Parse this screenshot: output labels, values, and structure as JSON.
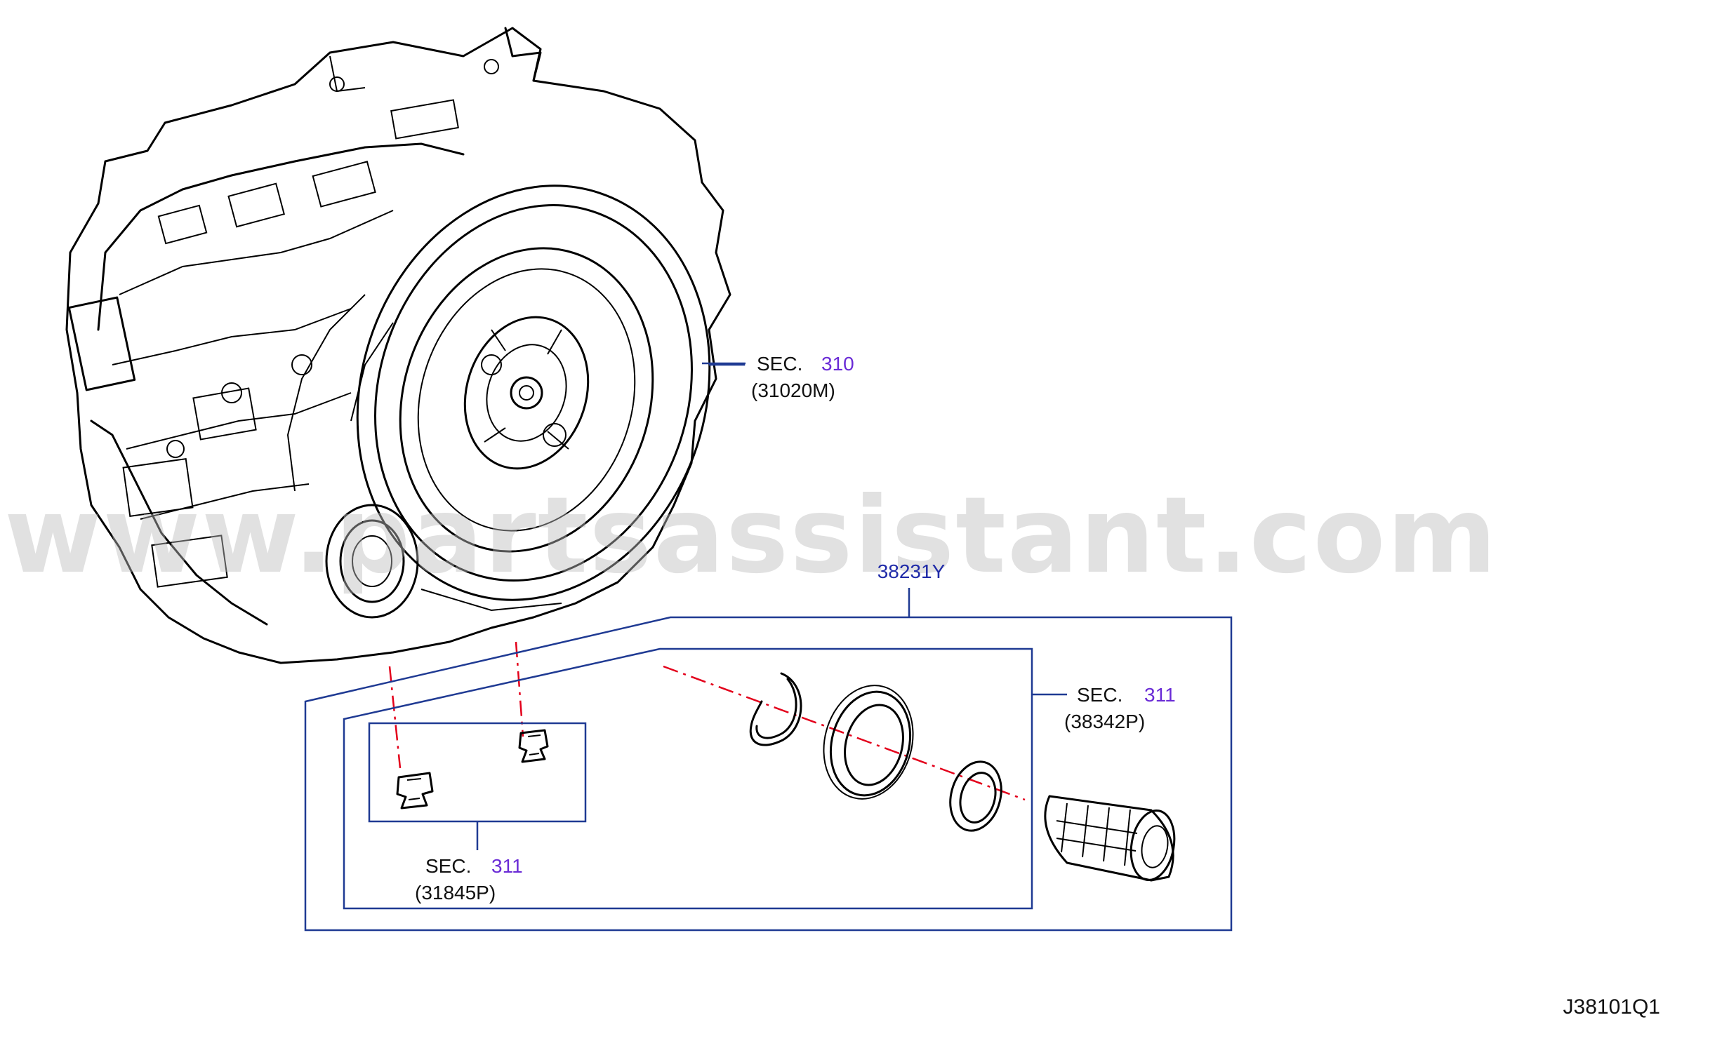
{
  "watermark": "www.partsassistant.com",
  "diagram_code": "J38101Q1",
  "callouts": {
    "transmission": {
      "sec_label": "SEC.",
      "sec_number": "310",
      "part_ref": "(31020M)"
    },
    "seal_kit": {
      "part_number": "38231Y"
    },
    "differential_parts": {
      "sec_label": "SEC.",
      "sec_number": "311",
      "part_ref": "(38342P)"
    },
    "clips": {
      "sec_label": "SEC.",
      "sec_number": "311",
      "part_ref": "(31845P)"
    }
  },
  "colors": {
    "callout_box": "#1f3a93",
    "part_number": "#1f2aa8",
    "section_number": "#6a2bd6",
    "center_line": "#e3001b",
    "watermark": "#bdbdbd"
  }
}
